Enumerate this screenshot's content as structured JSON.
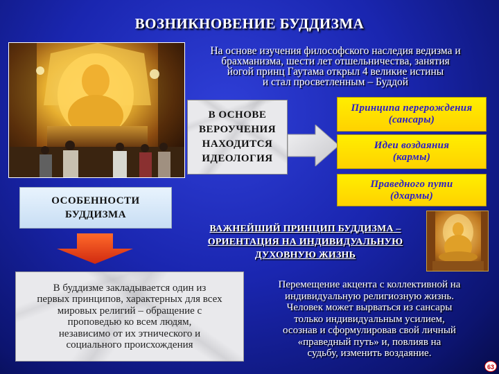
{
  "slide": {
    "title": "ВОЗНИКНОВЕНИЕ БУДДИЗМА",
    "intro_lines": [
      "На основе изучения философского наследия ведизма и",
      "брахманизма, шести лет отшельничества, занятия",
      "йогой принц Гаутама открыл 4 великие истины",
      "и стал просветленным – Буддой"
    ],
    "basis_lines": [
      "В ОСНОВЕ",
      "ВЕРОУЧЕНИЯ",
      "НАХОДИТСЯ",
      "ИДЕОЛОГИЯ"
    ],
    "principles": [
      {
        "line1": "Принципа перерождения",
        "line2": "(сансары)"
      },
      {
        "line1": "Идеи воздаяния",
        "line2": "(кармы)"
      },
      {
        "line1": "Праведного пути",
        "line2": "(дхармы)"
      }
    ],
    "features_lines": [
      "ОСОБЕННОСТИ",
      "БУДДИЗМА"
    ],
    "main_principle_lines": [
      "ВАЖНЕЙШИЙ ПРИНЦИП БУДДИЗМА –",
      "ОРИЕНТАЦИЯ НА ИНДИВИДУАЛЬНУЮ",
      "ДУХОВНУЮ ЖИЗНЬ"
    ],
    "left_text_lines": [
      "В буддизме закладывается один из",
      "первых принципов, характерных для всех",
      "мировых религий – обращение с",
      "проповедью ко всем людям,",
      "независимо от их этнического и",
      "социального происхождения"
    ],
    "right_text_lines": [
      "Перемещение акцента с коллективной на",
      "индивидуальную религиозную жизнь.",
      "Человек может вырваться из сансары",
      "только индивидуальным усилием,",
      "осознав и сформулировав свой личный",
      "«праведный путь» и, повлияв на",
      "судьбу, изменить воздаяние."
    ],
    "page_number": "63"
  },
  "colors": {
    "background": "#1a26b0",
    "highlight_box": "#ffe000",
    "highlight_text": "#2a1dc8",
    "arrow_down": "#e8421a"
  },
  "images": {
    "temple": "temple-golden-buddha-photo",
    "buddha": "seated-buddha-statue-photo"
  }
}
